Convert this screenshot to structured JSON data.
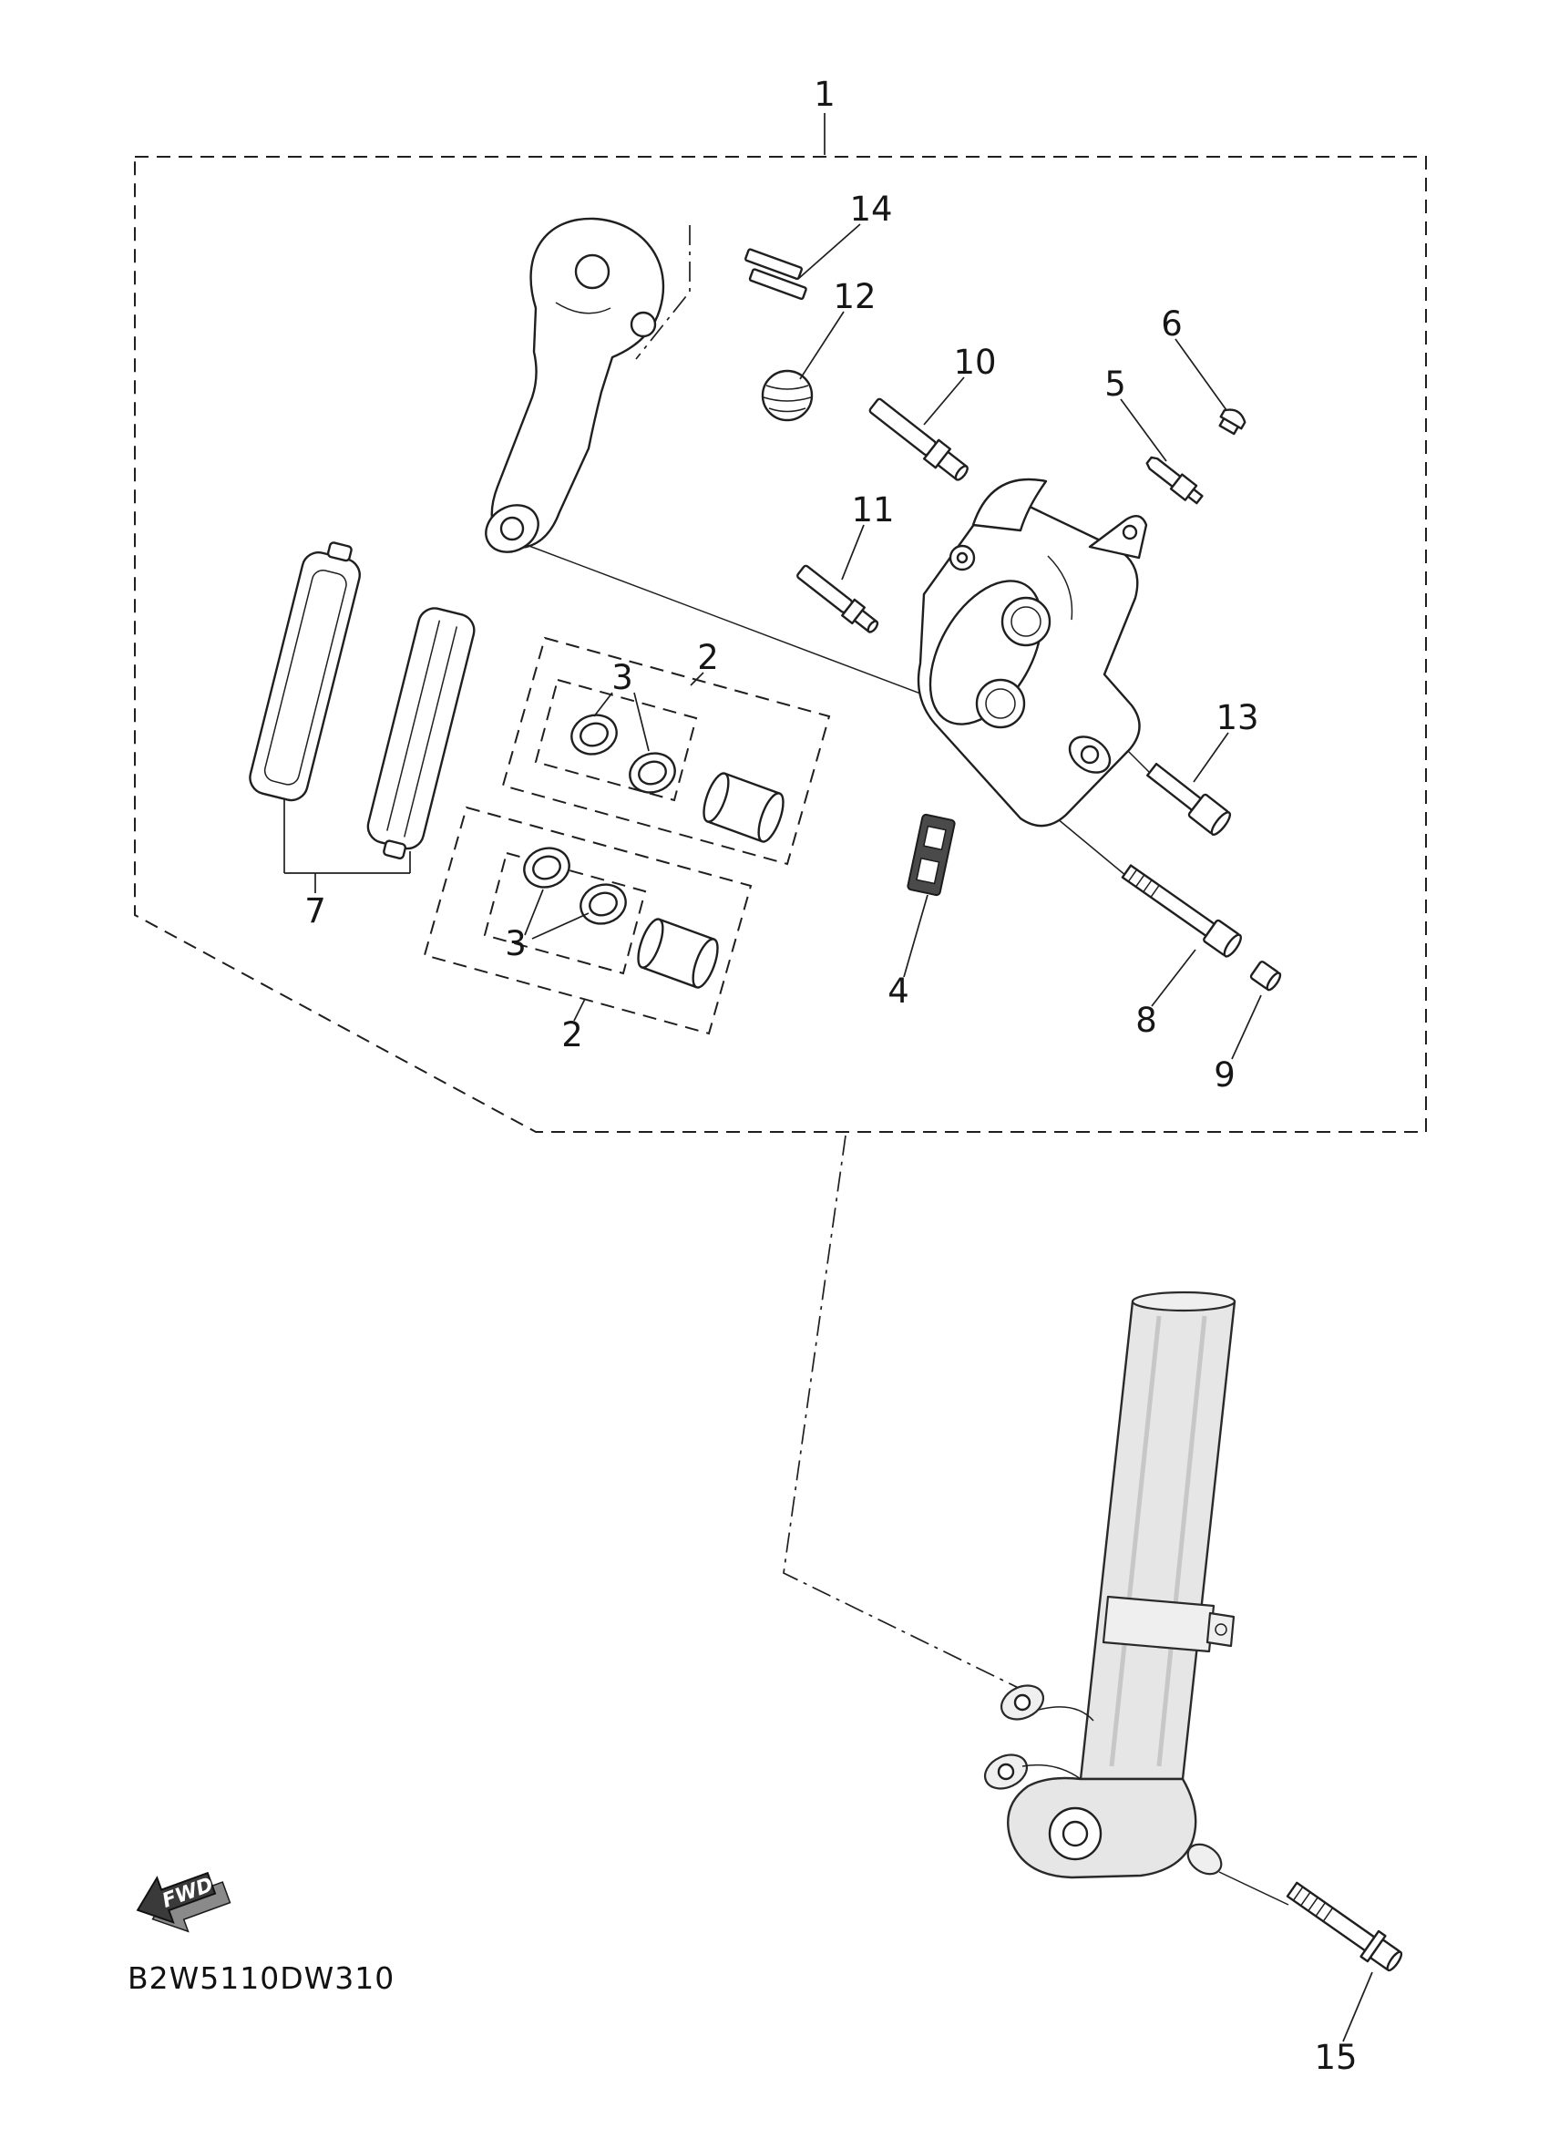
{
  "diagram": {
    "code": "B2W5110DW310",
    "fwd_label": "FWD"
  },
  "callouts": [
    {
      "part": "caliper-assembly",
      "label": "1"
    },
    {
      "part": "pad-shim",
      "label": "14"
    },
    {
      "part": "boot-cap",
      "label": "12"
    },
    {
      "part": "pad-pin-upper",
      "label": "10"
    },
    {
      "part": "bleed-screw-cap",
      "label": "6"
    },
    {
      "part": "bleed-screw",
      "label": "5"
    },
    {
      "part": "pad-pin-lower",
      "label": "11"
    },
    {
      "part": "piston-seal-upper",
      "label": "3"
    },
    {
      "part": "seal-kit-upper",
      "label": "2"
    },
    {
      "part": "shoulder-bolt",
      "label": "13"
    },
    {
      "part": "brake-pad-kit",
      "label": "7"
    },
    {
      "part": "piston-seal-lower",
      "label": "3"
    },
    {
      "part": "seal-kit-lower",
      "label": "2"
    },
    {
      "part": "pad-spring",
      "label": "4"
    },
    {
      "part": "caliper-bolt",
      "label": "8"
    },
    {
      "part": "nut",
      "label": "9"
    },
    {
      "part": "fork-mount-bolt",
      "label": "15"
    }
  ]
}
